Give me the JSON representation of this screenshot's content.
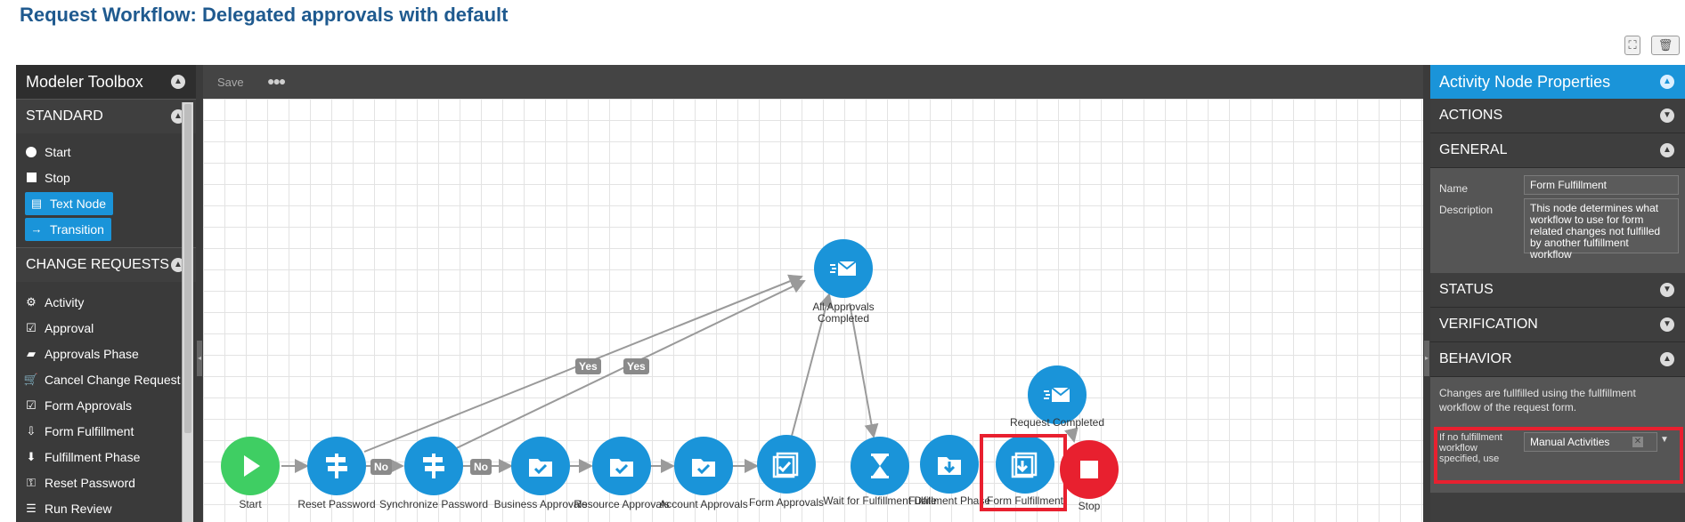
{
  "page": {
    "title": "Request Workflow: Delegated approvals with default"
  },
  "top_icons": {
    "expand": "expand-icon",
    "trash": "trash-icon"
  },
  "toolbox": {
    "title": "Modeler Toolbox",
    "standard": {
      "heading": "STANDARD",
      "items": [
        {
          "label": "Start",
          "icon": "circle-icon"
        },
        {
          "label": "Stop",
          "icon": "square-icon"
        },
        {
          "label": "Text Node",
          "icon": "text-node-icon"
        },
        {
          "label": "Transition",
          "icon": "arrow-right-icon"
        }
      ]
    },
    "change_requests": {
      "heading": "CHANGE REQUESTS",
      "items": [
        {
          "label": "Activity",
          "icon": "gears-icon"
        },
        {
          "label": "Approval",
          "icon": "clipboard-check-icon"
        },
        {
          "label": "Approvals Phase",
          "icon": "folder-check-icon"
        },
        {
          "label": "Cancel Change Request",
          "icon": "cart-cancel-icon"
        },
        {
          "label": "Form Approvals",
          "icon": "forms-check-icon"
        },
        {
          "label": "Form Fulfillment",
          "icon": "forms-download-icon"
        },
        {
          "label": "Fulfillment Phase",
          "icon": "tray-download-icon"
        },
        {
          "label": "Reset Password",
          "icon": "key-icon"
        },
        {
          "label": "Run Review",
          "icon": "list-icon"
        }
      ]
    }
  },
  "canvas_toolbar": {
    "save": "Save",
    "more": "●●●"
  },
  "nodes": {
    "start": "Start",
    "reset_password": "Reset Password",
    "synchronize_password": "Synchronize Password",
    "business_approvals": "Business Approvals",
    "resource_approvals": "Resource Approvals",
    "account_approvals": "Account Approvals",
    "form_approvals": "Form Approvals",
    "all_approvals_completed": "All Approvals Completed",
    "wait_for_fulfillment_date": "Wait for Fulfillment Date",
    "fulfillment_phase": "Fulfillment Phase",
    "form_fulfillment": "Form Fulfillment",
    "request_completed": "Request Completed",
    "stop": "Stop"
  },
  "edge_tags": {
    "no1": "No",
    "no2": "No",
    "yes1": "Yes",
    "yes2": "Yes"
  },
  "properties": {
    "title": "Activity Node Properties",
    "sections": {
      "actions": "ACTIONS",
      "general": "GENERAL",
      "status": "STATUS",
      "verification": "VERIFICATION",
      "behavior": "BEHAVIOR"
    },
    "general": {
      "name_label": "Name",
      "name_value": "Form Fulfillment",
      "description_label": "Description",
      "description_value": "This node determines what workflow to use for form related changes not fulfilled by another fulfillment workflow"
    },
    "behavior": {
      "text": "Changes are fullfilled using the fullfillment workflow of the request form.",
      "fallback_label": "If no fulfillment workflow specified, use",
      "fallback_value": "Manual Activities"
    }
  },
  "colors": {
    "accent": "#1a94d9",
    "stop": "#e8202f",
    "start": "#3fce63",
    "title": "#1f5a8f"
  }
}
